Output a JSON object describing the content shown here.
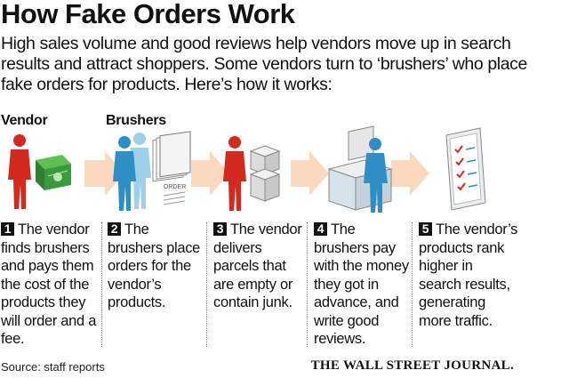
{
  "title": "How Fake Orders Work",
  "intro": "High sales volume and good reviews help vendors move up in search results and attract shoppers. Some vendors turn to ‘brushers’ who place fake orders for products. Here’s how it works:",
  "roles": {
    "vendor": "Vendor",
    "brushers": "Brushers"
  },
  "art": {
    "order_form_label": "ORDER"
  },
  "colors": {
    "vendor_red": "#d42a1e",
    "brusher_blue": "#2e8fc4",
    "money_green": "#3a9b3c",
    "arrow_peach": "#fbd9bf"
  },
  "steps": [
    {
      "num": "1",
      "text": "The vendor finds brushers and pays them the cost of the products they will order and a fee."
    },
    {
      "num": "2",
      "text": "The brushers place orders for the vendor’s products."
    },
    {
      "num": "3",
      "text": "The vendor delivers parcels that are empty or contain junk."
    },
    {
      "num": "4",
      "text": "The brushers pay with the money they got in advance, and write good reviews."
    },
    {
      "num": "5",
      "text": "The vendor’s products rank higher in search results, generating more traffic."
    }
  ],
  "source": "Source: staff reports",
  "publisher": "THE WALL STREET JOURNAL."
}
